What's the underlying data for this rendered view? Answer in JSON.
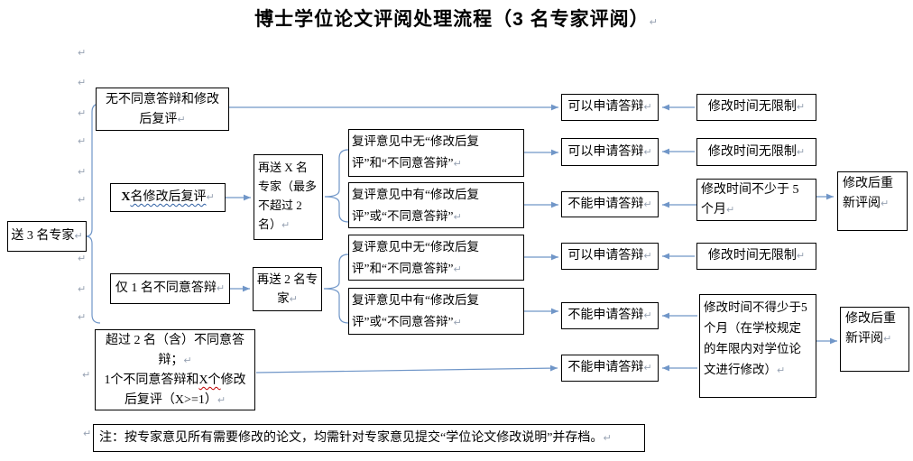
{
  "title": "博士学位论文评阅处理流程（3 名专家评阅）",
  "pilcrow": "↵",
  "note": "注：按专家意见所有需要修改的论文，均需针对专家意见提交“学位论文修改说明”并存档。",
  "flow": {
    "start": "送 3 名专家",
    "branch_no_objection": "无不同意答辩和修改后复评",
    "branch_x_revise_x": "X ",
    "branch_x_revise_rest": "名修改后复评",
    "branch_one_objection": "仅 1 名不同意答辩",
    "branch_over_two_line1": "超过 2 名（含）不同意答辩；",
    "branch_over_two_line2_a": "1个不同意答辩和",
    "branch_over_two_line2_b": "X个",
    "branch_over_two_line2_c": "修改后复评（X>=1）",
    "resend_x": "再送 X 名专家（最多不超过 2 名）",
    "resend_two": "再送 2 名专家",
    "cond_no_1": "复评意见中无“修改后复评”和“不同意答辩”",
    "cond_yes_1": "复评意见中有“修改后复评”或“不同意答辩”",
    "cond_no_2": "复评意见中无“修改后复评”和“不同意答辩”",
    "cond_yes_2": "复评意见中有“修改后复评”或“不同意答辩”",
    "can_defend_1": "可以申请答辩",
    "can_defend_2": "可以申请答辩",
    "cannot_defend_1": "不能申请答辩",
    "can_defend_3": "可以申请答辩",
    "cannot_defend_2": "不能申请答辩",
    "cannot_defend_3": "不能申请答辩",
    "time_unlimited_1": "修改时间无限制",
    "time_unlimited_2": "修改时间无限制",
    "time_min5": "修改时间不少于 5 个月",
    "time_unlimited_3": "修改时间无限制",
    "time_min5_school": "修改时间不得少于5个月（在学校规定的年限内对学位论文进行修改）",
    "rereview_1": "修改后重新评阅",
    "rereview_2": "修改后重新评阅"
  },
  "colors": {
    "connector": "#7096c8",
    "box_border": "#000000",
    "pilcrow_gray": "#98a3b3",
    "wavy_spell_blue": "#2e5fa3",
    "wavy_grammar_red": "#c00000"
  }
}
